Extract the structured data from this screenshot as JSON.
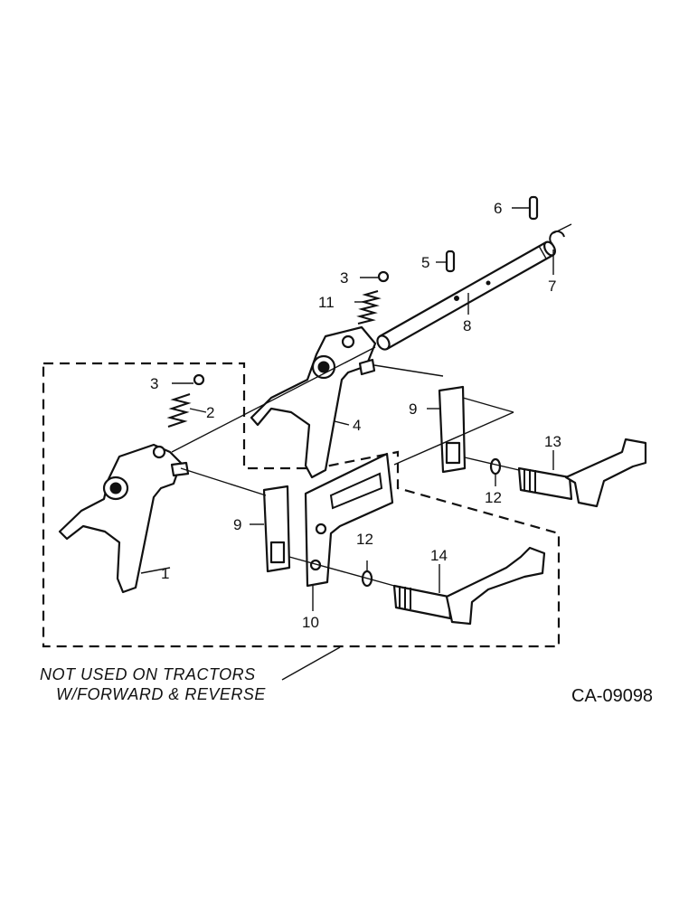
{
  "labels": {
    "p1": "1",
    "p2": "2",
    "p3a": "3",
    "p3b": "3",
    "p4": "4",
    "p5": "5",
    "p6": "6",
    "p7": "7",
    "p8": "8",
    "p9a": "9",
    "p9b": "9",
    "p10": "10",
    "p11": "11",
    "p12a": "12",
    "p12b": "12",
    "p13": "13",
    "p14": "14"
  },
  "note": {
    "line1": "NOT USED ON TRACTORS",
    "line2": "W/FORWARD & REVERSE"
  },
  "drawing_id": "CA-09098"
}
